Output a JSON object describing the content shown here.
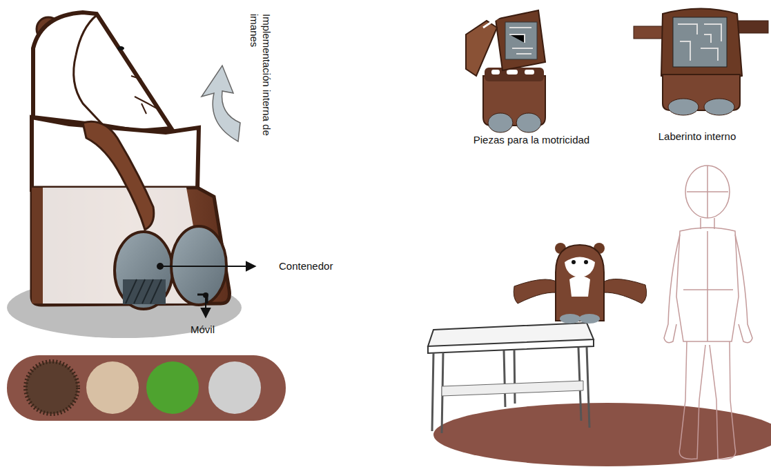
{
  "diagram": {
    "labels": [
      "Implementación interna de imanes",
      "Contenedor",
      "Móvil",
      "Piezas para la motricidad",
      "Laberinto interno"
    ]
  }
}
